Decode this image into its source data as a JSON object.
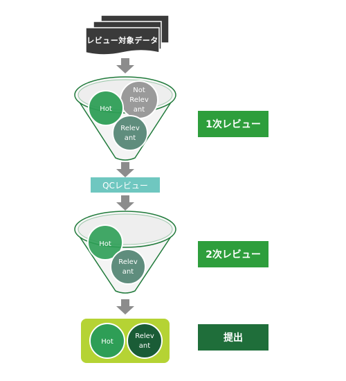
{
  "review_data": "レビュー対象データ",
  "qc_review": "QCレビュー",
  "stage1": {
    "label": "1次レビュー",
    "hot": "Hot",
    "not_relevant": [
      "Not",
      "Relev",
      "ant"
    ],
    "relevant": [
      "Relev",
      "ant"
    ]
  },
  "stage2": {
    "label": "2次レビュー",
    "hot": "Hot",
    "relevant": [
      "Relev",
      "ant"
    ]
  },
  "final": {
    "label": "提出",
    "hot": "Hot",
    "relevant": [
      "Relev",
      "ant"
    ]
  },
  "colors": {
    "arrow": "#8c8c8c",
    "funnel_stroke": "#1f7a3a",
    "hot": "#2e9e56",
    "relevant": "#5f8d7d",
    "not_relevant": "#9a9a9a",
    "final_bg": "#b5d334",
    "final_relevant": "#1a5c36"
  }
}
